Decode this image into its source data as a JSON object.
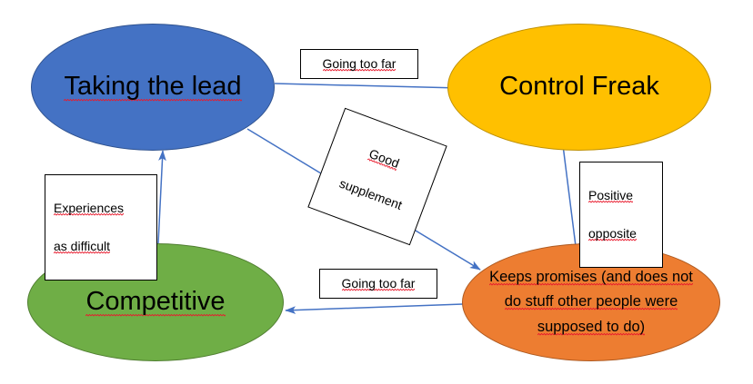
{
  "diagram": {
    "title": "Taking the lead / Control Freak / Competitive feedback loop",
    "background_color": "#FFFFFF",
    "arrow_color": "#4472C4",
    "nodes": [
      {
        "id": "taking-the-lead",
        "label": "Taking the lead",
        "shape": "ellipse",
        "fill": "#4472C4",
        "stroke": "#2F528F",
        "text_color": "#000000",
        "spellcheck_underline": true
      },
      {
        "id": "control-freak",
        "label": "Control Freak",
        "shape": "ellipse",
        "fill": "#FFC000",
        "stroke": "#BF9000",
        "text_color": "#000000",
        "spellcheck_underline": false
      },
      {
        "id": "competitive",
        "label": "Competitive",
        "shape": "ellipse",
        "fill": "#6FAE46",
        "stroke": "#507E31",
        "text_color": "#000000",
        "spellcheck_underline": true
      },
      {
        "id": "keeps-promises",
        "label": "Keeps promises (and does not do stuff other people were supposed to do)",
        "label_line1": "Keeps promises (and does not",
        "label_line2": "do stuff other people were",
        "label_line3": "supposed to do)",
        "shape": "ellipse",
        "fill": "#ED7D31",
        "stroke": "#AE5A21",
        "text_color": "#000000",
        "spellcheck_underline": true
      }
    ],
    "edges": [
      {
        "id": "taking-the-lead-to-control-freak",
        "from": "taking-the-lead",
        "to": "control-freak",
        "label": "Going too far",
        "label_rotation_deg": 0
      },
      {
        "id": "control-freak-to-keeps-promises",
        "from": "control-freak",
        "to": "keeps-promises",
        "label_line1": "Positive",
        "label_line2": "opposite",
        "label": "Positive opposite",
        "label_rotation_deg": 0
      },
      {
        "id": "keeps-promises-to-competitive",
        "from": "keeps-promises",
        "to": "competitive",
        "label": "Going too far",
        "label_rotation_deg": 0
      },
      {
        "id": "competitive-to-taking-the-lead",
        "from": "competitive",
        "to": "taking-the-lead",
        "label_line1": "Experiences",
        "label_line2": "as difficult",
        "label": "Experiences as difficult",
        "label_rotation_deg": 0
      },
      {
        "id": "taking-the-lead-to-keeps-promises",
        "from": "taking-the-lead",
        "to": "keeps-promises",
        "label_line1": "Good",
        "label_line2": "supplement",
        "label": "Good supplement",
        "label_rotation_deg": 20.5
      }
    ]
  }
}
